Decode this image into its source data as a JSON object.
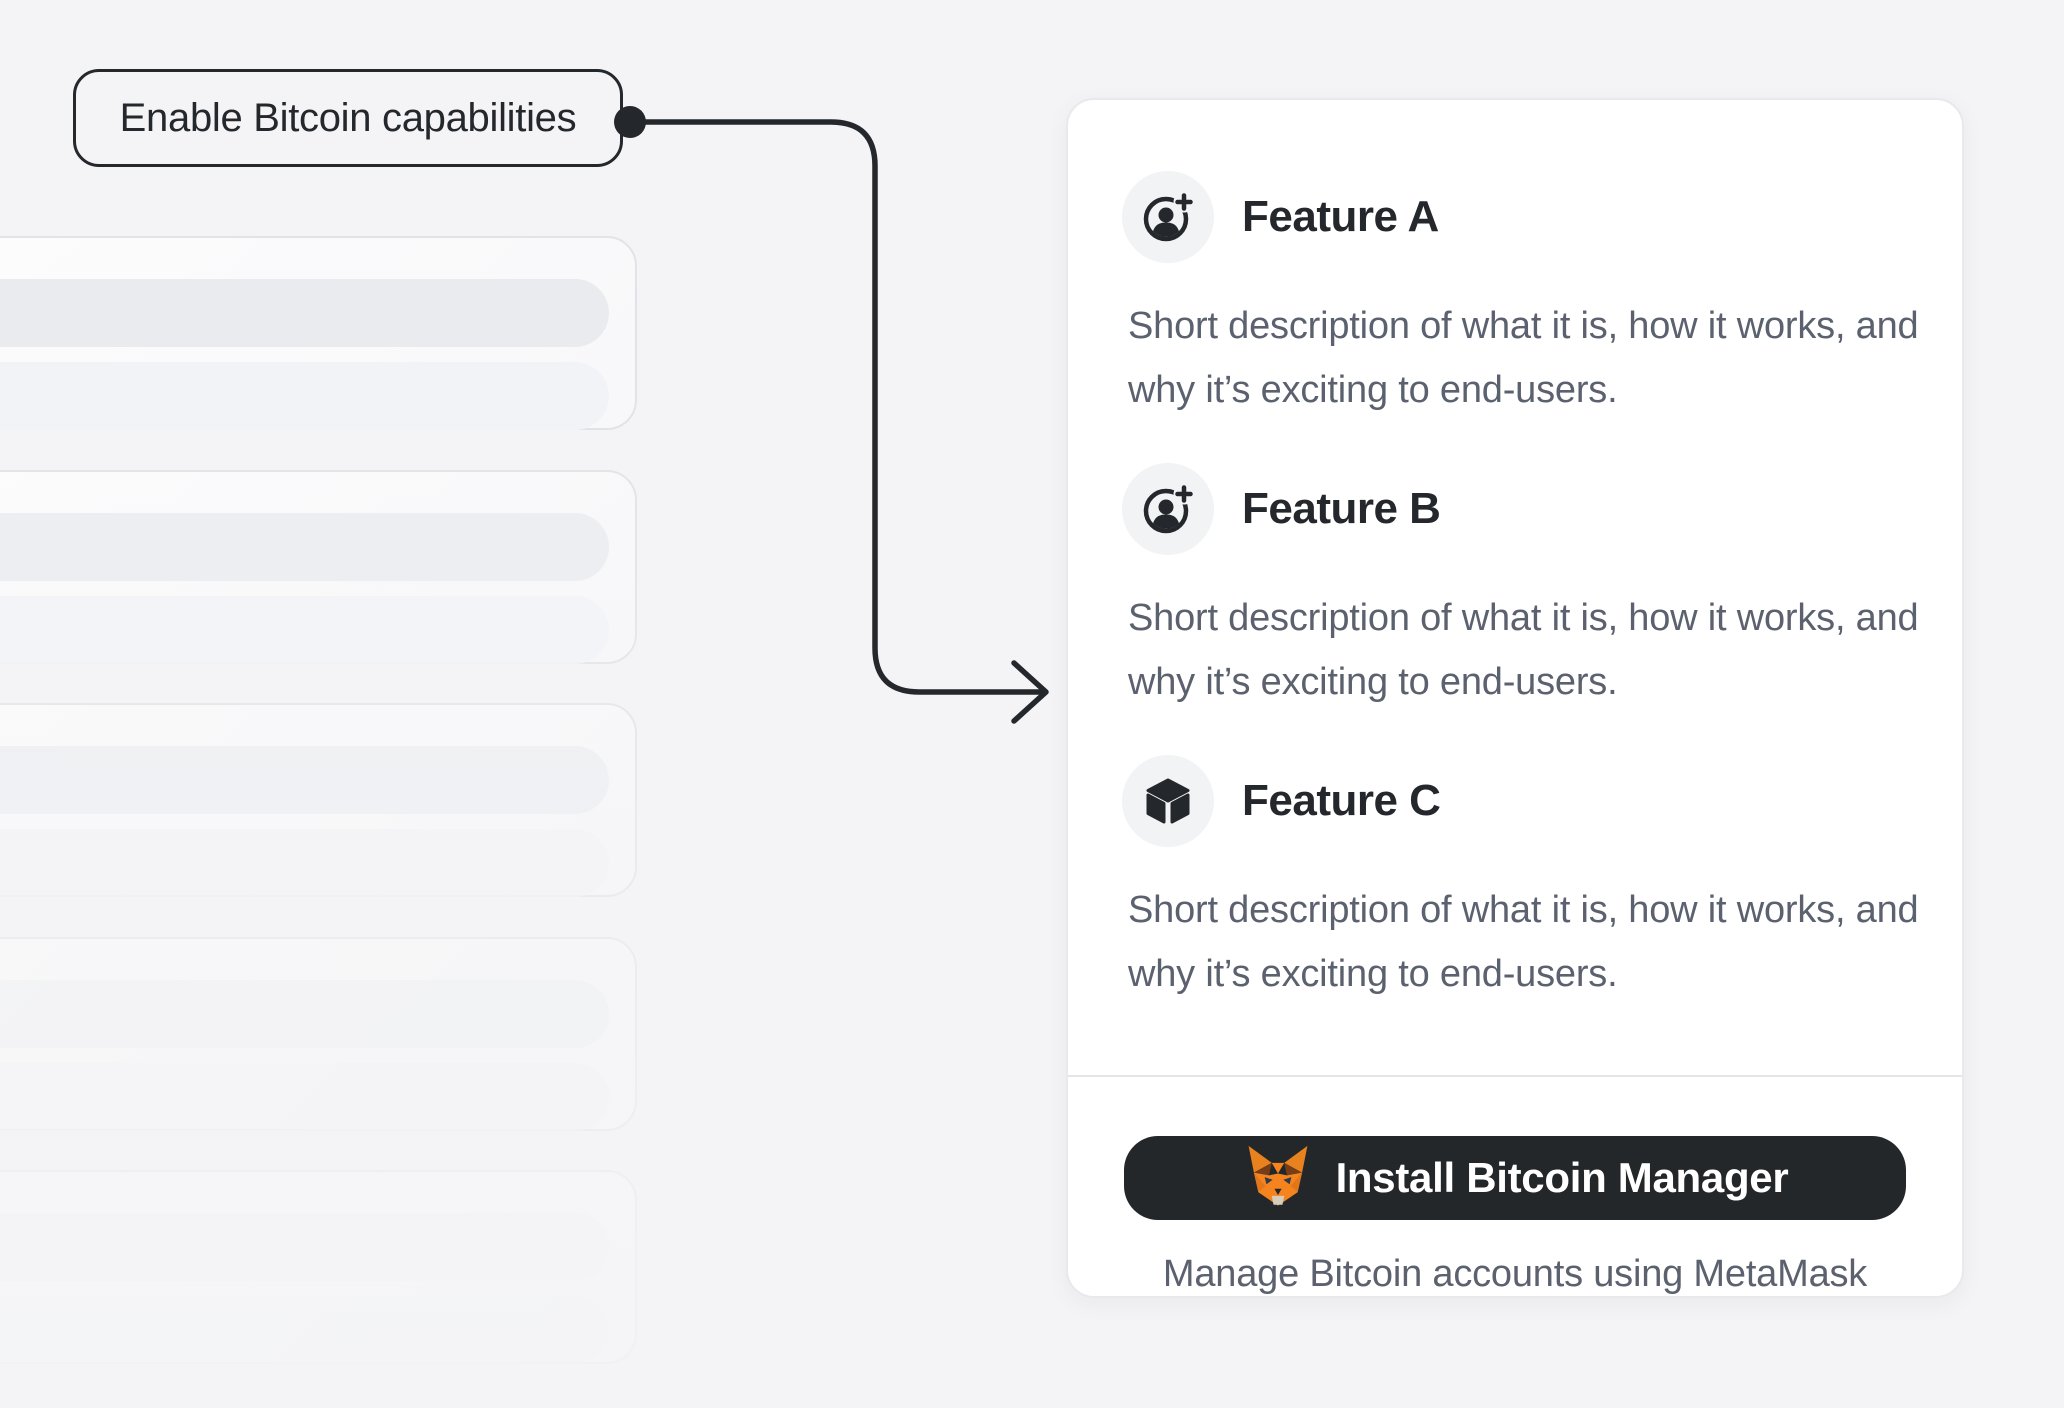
{
  "callout": {
    "label": "Enable Bitcoin capabilities"
  },
  "features": [
    {
      "name": "Feature A",
      "icon": "user-add-icon",
      "description": "Short description of what it is, how it works, and why it’s exciting to end-users."
    },
    {
      "name": "Feature B",
      "icon": "user-add-icon",
      "description": "Short description of what it is, how it works, and why it’s exciting to end-users."
    },
    {
      "name": "Feature C",
      "icon": "cube-icon",
      "description": "Short description of what it is, how it works, and why it’s exciting to end-users."
    }
  ],
  "footer": {
    "install_button": {
      "label": "Install Bitcoin Manager",
      "icon": "metamask-fox-icon"
    },
    "caption": "Manage Bitcoin accounts using MetaMask"
  },
  "skeleton_cards": [
    {
      "bars": 2
    },
    {
      "bars": 2
    },
    {
      "bars": 2
    },
    {
      "bars": 2
    },
    {
      "bars": 2
    }
  ],
  "colors": {
    "page_bg": "#f4f4f6",
    "accent_dark": "#24272c",
    "text_gray": "#5b616e",
    "panel_bg": "#ffffff",
    "fox_orange": "#f5841f"
  }
}
